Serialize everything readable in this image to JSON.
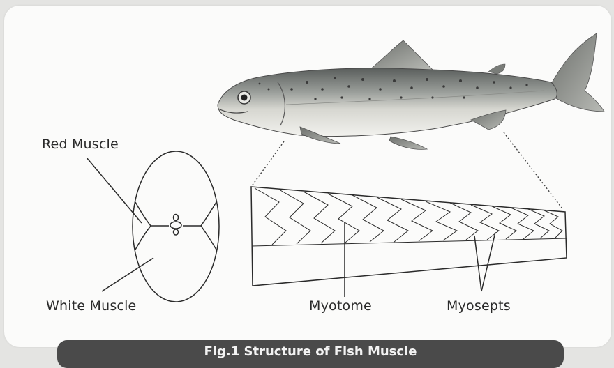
{
  "labels": {
    "red_muscle": "Red Muscle",
    "white_muscle": "White Muscle",
    "myotome": "Myotome",
    "myosepts": "Myosepts"
  },
  "caption": "Fig.1  Structure of Fish Muscle",
  "colors": {
    "card_background": "#fbfbfa",
    "caption_bar": "#4a4a4a",
    "line": "#2a2a2a"
  }
}
